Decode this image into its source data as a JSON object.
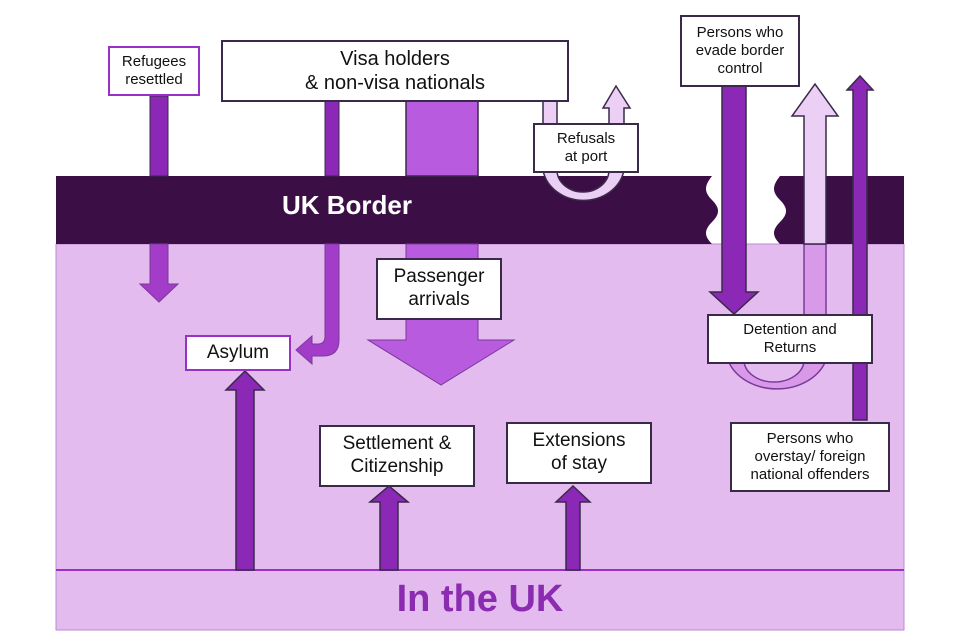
{
  "diagram": {
    "border_label": "UK Border",
    "in_uk_label": "In the UK",
    "nodes": {
      "refugees_resettled": "Refugees\nresettled",
      "visa_holders": "Visa holders\n& non-visa nationals",
      "refusals_at_port": "Refusals\nat port",
      "persons_evade": "Persons who\nevade border\ncontrol",
      "passenger_arrivals": "Passenger\narrivals",
      "asylum": "Asylum",
      "detention_returns": "Detention and\nReturns",
      "settlement_citizenship": "Settlement &\nCitizenship",
      "extensions_of_stay": "Extensions\nof stay",
      "persons_overstay": "Persons who\noverstay/ foreign\nnational offenders"
    },
    "colors": {
      "border_band": "#3b0f45",
      "uk_area": "#e3bbef",
      "arrow_dark": "#8b28b5",
      "arrow_medium": "#b95bdf",
      "arrow_light": "#ebcff5",
      "arrow_loop": "#d89ae8",
      "outline": "#3a2a4a",
      "uk_text": "#8a2bb0"
    }
  }
}
